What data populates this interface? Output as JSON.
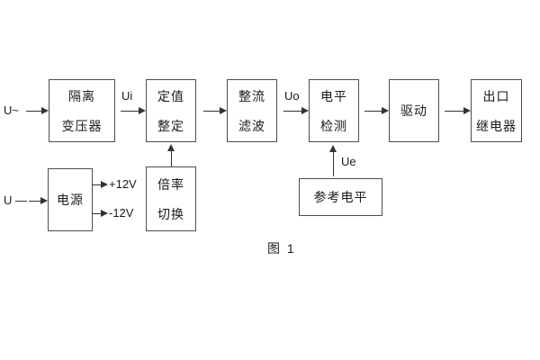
{
  "figure": {
    "caption": "图 1",
    "colors": {
      "line": "#333333",
      "border": "#4d4d4d",
      "text": "#1a1a1a",
      "background": "#ffffff"
    },
    "inputs": {
      "ac": "U~",
      "dc": "U —"
    },
    "signals": {
      "ui": "Ui",
      "uo": "Uo",
      "ue": "Ue",
      "pos12": "+12V",
      "neg12": "-12V"
    },
    "blocks": {
      "isolation_transformer": {
        "line1": "隔离",
        "line2": "变压器"
      },
      "value_setting": {
        "line1": "定值",
        "line2": "整定"
      },
      "rectify_filter": {
        "line1": "整流",
        "line2": "滤波"
      },
      "level_detection": {
        "line1": "电平",
        "line2": "检测"
      },
      "driver": {
        "line1": "驱动"
      },
      "output_relay": {
        "line1": "出口",
        "line2": "继电器"
      },
      "power_supply": {
        "line1": "电源"
      },
      "ratio_switch": {
        "line1": "倍率",
        "line2": "切换"
      },
      "reference_level": {
        "line1": "参考电平"
      }
    }
  }
}
